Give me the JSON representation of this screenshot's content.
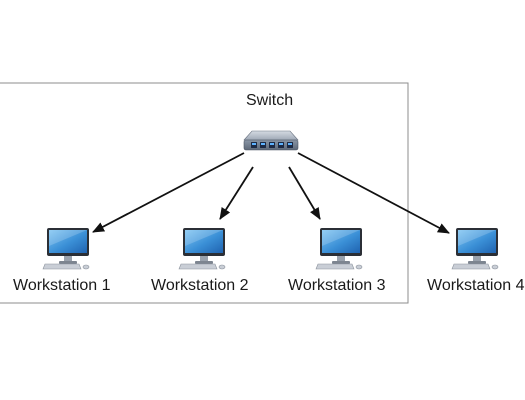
{
  "diagram": {
    "switch": {
      "label": "Switch",
      "icon": "network-switch-icon"
    },
    "workstations": [
      {
        "label": "Workstation 1",
        "icon": "desktop-computer-icon"
      },
      {
        "label": "Workstation 2",
        "icon": "desktop-computer-icon"
      },
      {
        "label": "Workstation 3",
        "icon": "desktop-computer-icon"
      },
      {
        "label": "Workstation 4",
        "icon": "desktop-computer-icon"
      }
    ],
    "colors": {
      "frame": "#8c8c8c",
      "arrow": "#111111",
      "monitor_screen": "#3a8fd6",
      "switch_body": "#8a96a6"
    }
  }
}
